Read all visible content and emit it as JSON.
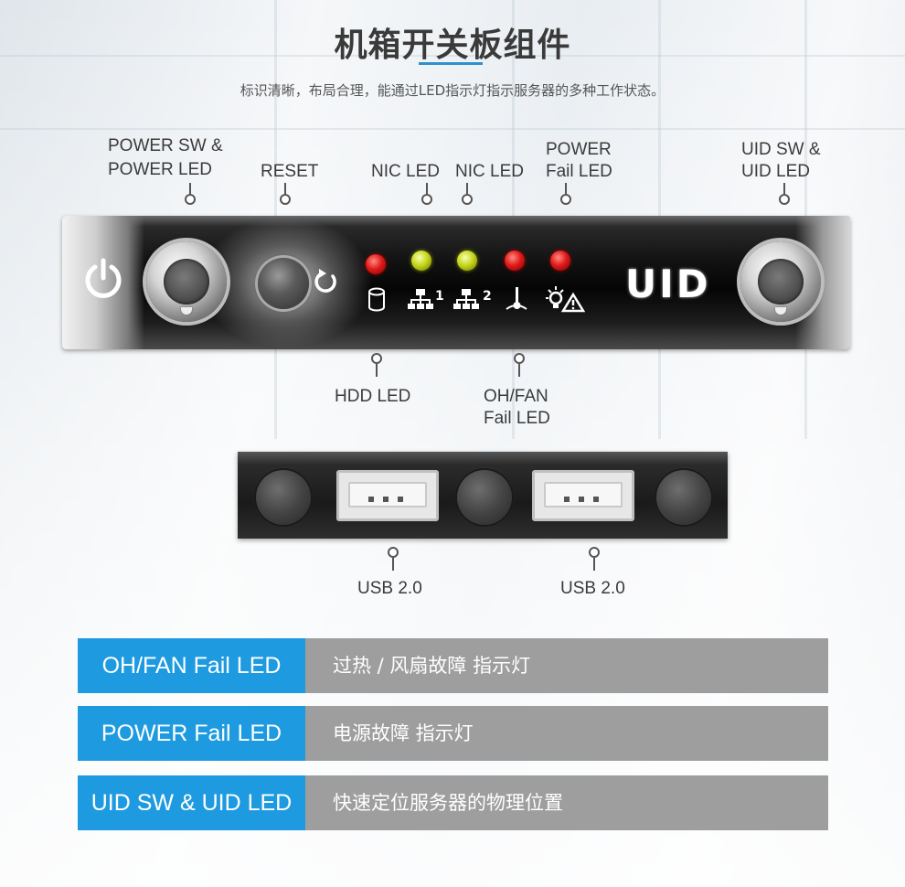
{
  "header": {
    "title": "机箱开关板组件",
    "subtitle": "标识清晰，布局合理，能通过LED指示灯指示服务器的多种工作状态。"
  },
  "panel_labels": {
    "power_sw_line1": "POWER SW &",
    "power_sw_line2": "POWER LED",
    "reset": "RESET",
    "nic_led_1": "NIC LED",
    "nic_led_2": "NIC LED",
    "power_fail_line1": "POWER",
    "power_fail_line2": "Fail LED",
    "uid_sw_line1": "UID SW &",
    "uid_sw_line2": "UID LED",
    "hdd_led": "HDD LED",
    "ohfan_line1": "OH/FAN",
    "ohfan_line2": "Fail LED"
  },
  "panel": {
    "uid_text": "UID",
    "nic1_suffix": "1",
    "nic2_suffix": "2"
  },
  "usb_labels": {
    "usb1": "USB 2.0",
    "usb2": "USB 2.0"
  },
  "table": {
    "rows": [
      {
        "key": "OH/FAN Fail LED",
        "value": "过热 / 风扇故障 指示灯"
      },
      {
        "key": "POWER Fail LED",
        "value": "电源故障 指示灯"
      },
      {
        "key": "UID SW & UID LED",
        "value": "快速定位服务器的物理位置"
      }
    ]
  },
  "colors": {
    "accent_blue": "#1e9be0",
    "value_gray": "#9e9e9e",
    "led_red": "#e11b1b",
    "led_green": "#c7d61c"
  }
}
